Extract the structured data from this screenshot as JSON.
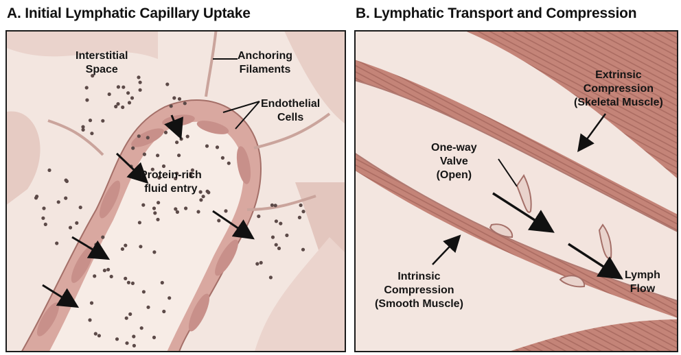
{
  "panel_a": {
    "title": "A. Initial Lymphatic Capillary Uptake",
    "labels": {
      "interstitial_space": "Interstitial\nSpace",
      "anchoring_filaments": "Anchoring\nFilaments",
      "endothelial_cells": "Endothelial\nCells",
      "fluid_entry": "Protein-rich\nfluid entry"
    }
  },
  "panel_b": {
    "title": "B. Lymphatic Transport and Compression",
    "labels": {
      "extrinsic_compression": "Extrinsic\nCompression\n(Skeletal Muscle)",
      "one_way_valve": "One-way\nValve\n(Open)",
      "intrinsic_compression": "Intrinsic\nCompression\n(Smooth Muscle)",
      "lymph_flow": "Lymph\nFlow"
    }
  },
  "colors": {
    "tissue_light": "#f3e6e0",
    "vessel_wall": "#d9a8a0",
    "cell_nucleus": "#b98580",
    "muscle": "#c48478",
    "lumen": "#f7ece6",
    "particle": "#5c4a48",
    "arrow": "#111111"
  }
}
